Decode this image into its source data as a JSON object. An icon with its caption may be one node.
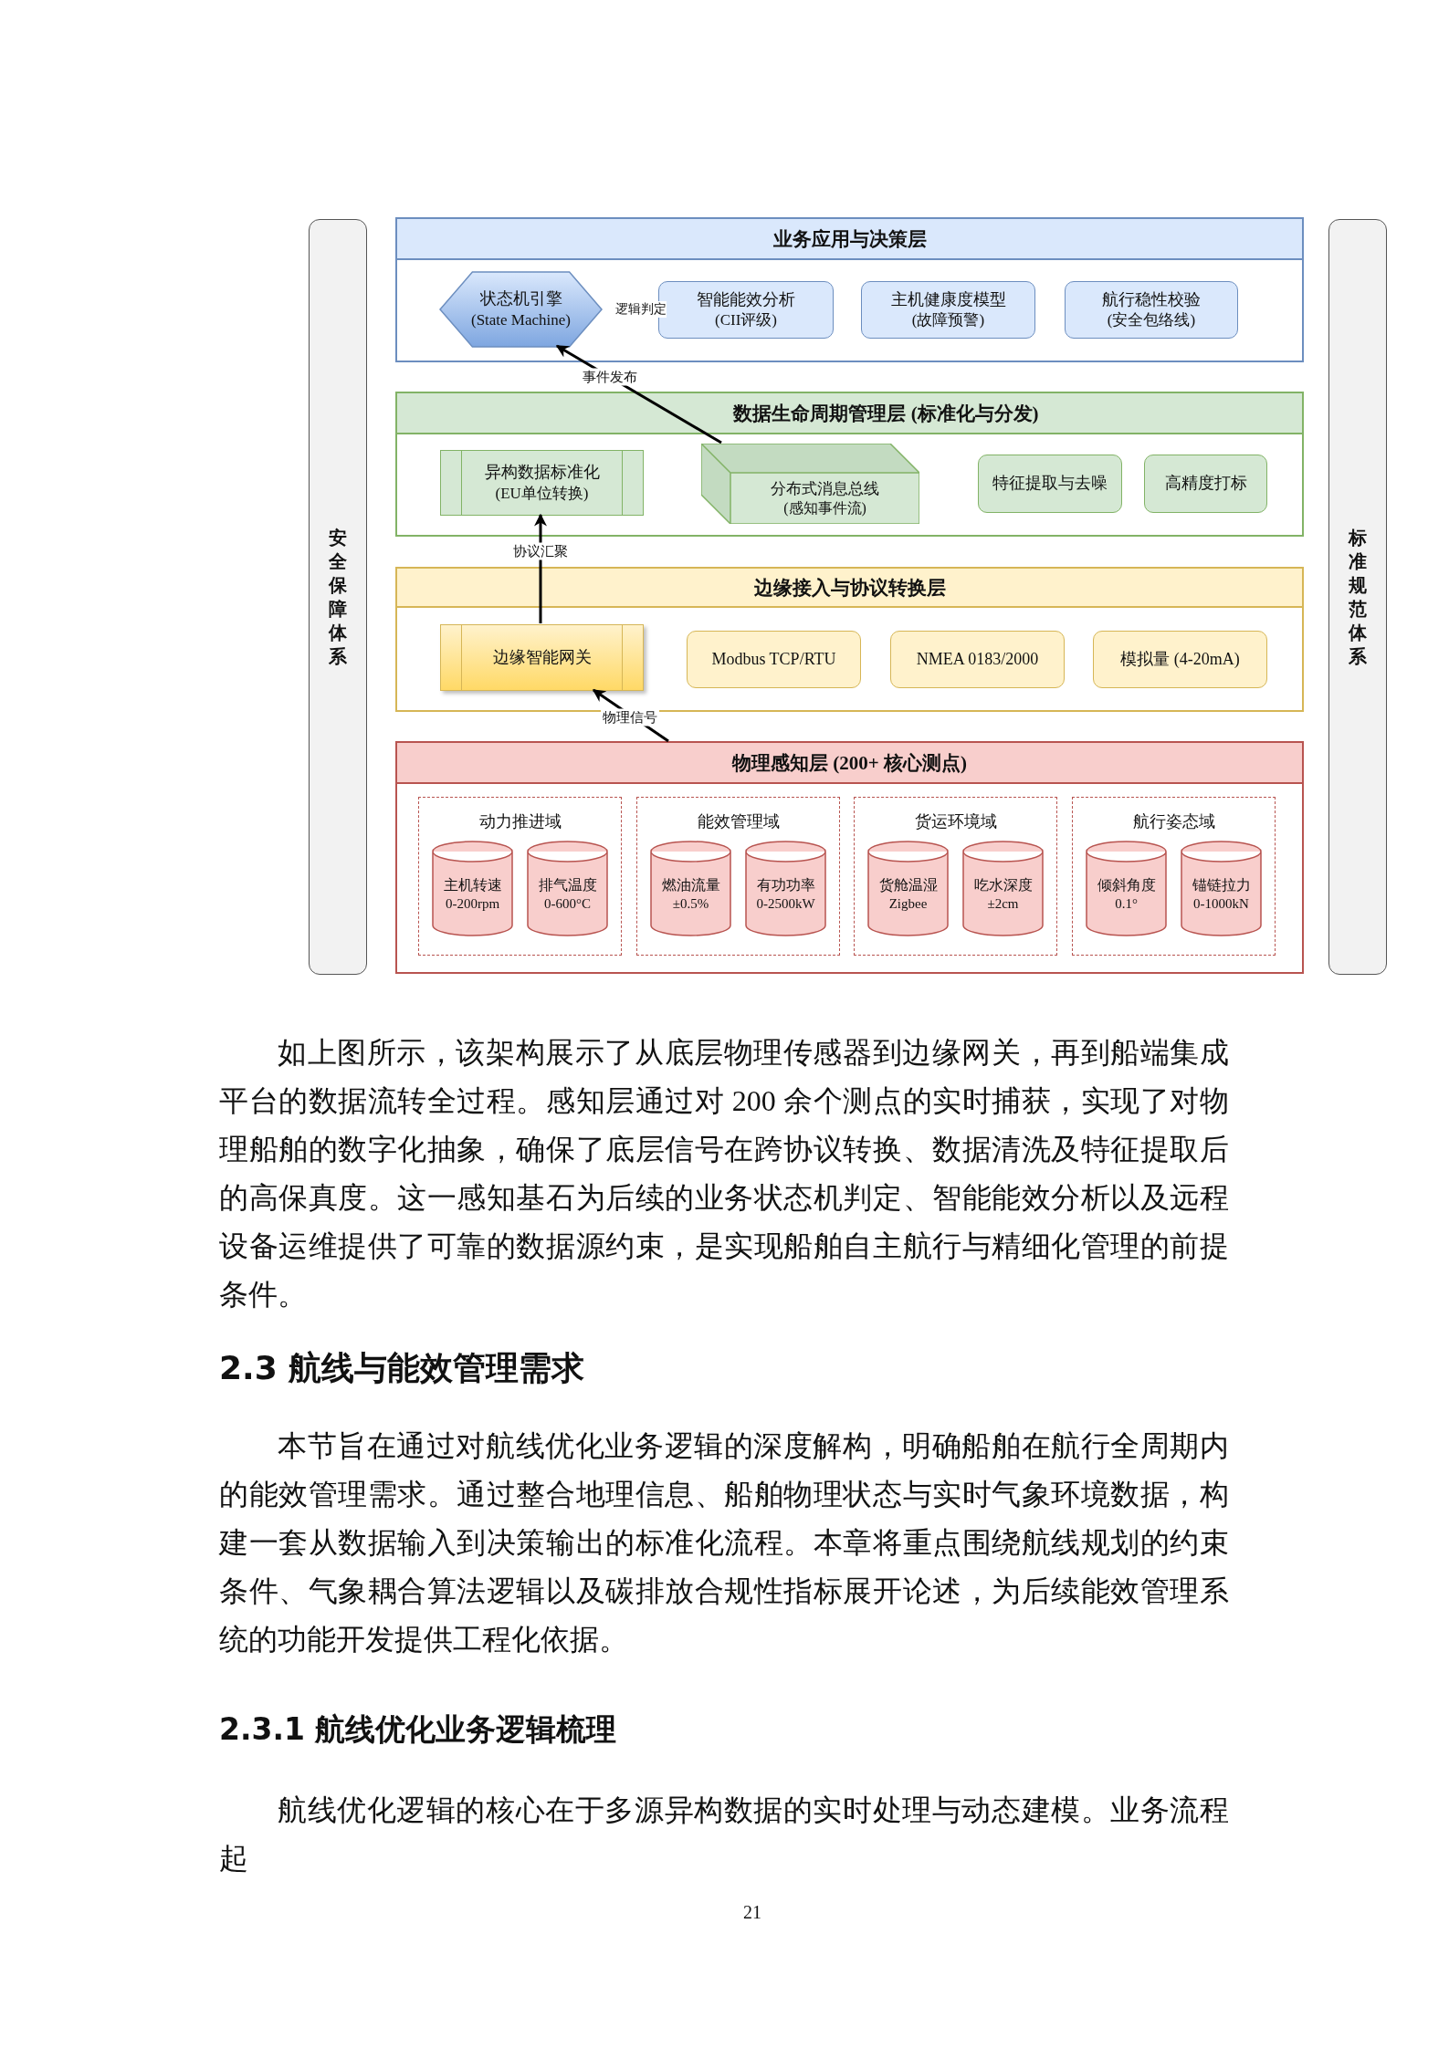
{
  "diagram": {
    "nodes": [
      {
        "text": [
          "业务应用与决策层"
        ]
      },
      {
        "text": [
          "状态机引擎",
          "(State Machine)"
        ],
        "in": 0
      },
      {
        "text": [
          "智能能效分析",
          "(CII评级)"
        ],
        "in": 0
      },
      {
        "text": [
          "主机健康度模型",
          "(故障预警)"
        ],
        "in": 0
      },
      {
        "text": [
          "航行稳性校验",
          "(安全包络线)"
        ],
        "in": 0
      },
      {
        "text": [
          "数据生命周期管理层 (标准化与分发)"
        ]
      },
      {
        "text": [
          "异构数据标准化",
          "(EU单位转换)"
        ],
        "in": 5
      },
      {
        "text": [
          "分布式消息总线",
          "(感知事件流)"
        ],
        "in": 5
      },
      {
        "text": [
          "特征提取与去噪"
        ],
        "in": 5
      },
      {
        "text": [
          "高精度打标"
        ],
        "in": 5
      },
      {
        "text": [
          "边缘接入与协议转换层"
        ]
      },
      {
        "text": [
          "边缘智能网关"
        ],
        "in": 10
      },
      {
        "text": [
          "Modbus TCP/RTU"
        ],
        "in": 10
      },
      {
        "text": [
          "NMEA 0183/2000"
        ],
        "in": 10
      },
      {
        "text": [
          "模拟量 (4-20mA)"
        ],
        "in": 10
      },
      {
        "text": [
          "物理感知层 (200+ 核心测点)"
        ]
      },
      {
        "text": [
          "动力推进域"
        ],
        "in": 15
      },
      {
        "text": [
          "主机转速",
          "0-200rpm"
        ],
        "in": 16
      },
      {
        "text": [
          "排气温度",
          "0-600°C"
        ],
        "in": 16
      },
      {
        "text": [
          "能效管理域"
        ],
        "in": 15
      },
      {
        "text": [
          "燃油流量",
          "±0.5%"
        ],
        "in": 19
      },
      {
        "text": [
          "有功功率",
          "0-2500kW"
        ],
        "in": 19
      },
      {
        "text": [
          "货运环境域"
        ],
        "in": 15
      },
      {
        "text": [
          "货舱温湿",
          "Zigbee"
        ],
        "in": 22
      },
      {
        "text": [
          "吃水深度",
          "±2cm"
        ],
        "in": 22
      },
      {
        "text": [
          "航行姿态域"
        ],
        "in": 15
      },
      {
        "text": [
          "倾斜角度",
          "0.1°"
        ],
        "in": 25
      },
      {
        "text": [
          "锚链拉力",
          "0-1000kN"
        ],
        "in": 25
      },
      {
        "text": [
          "安全保障体系"
        ]
      },
      {
        "text": [
          "标准规范体系"
        ]
      }
    ],
    "edges": [
      {
        "from": 7,
        "to": 1,
        "arrow": "to",
        "label": "事件发布"
      },
      {
        "from": 11,
        "to": 6,
        "arrow": "to",
        "label": "协议汇聚"
      },
      {
        "from": 15,
        "to": 11,
        "arrow": "to",
        "label": "物理信号"
      }
    ],
    "labels": [
      "逻辑判定",
      "如上图所示，该架构展示了从底层物理传感器到边缘网关，再到船端集成平台的数据流转全过程。感知层通过对 200 余个测点的实时捕获，实现了对物理船舶的数字化抽象，确保了底层信号在跨协议转换、数据清洗及特征提取后的高保真度。这一感知基石为后续的业务状态机判定、智能能效分析以及远程设备运维提供了可靠的数据源约束，是实现船舶自主航行与精细化管理的前提条件。",
      "2.3 航线与能效管理需求",
      "本节旨在通过对航线优化业务逻辑的深度解构，明确船舶在航行全周期内的能效管理需求。通过整合地理信息、船舶物理状态与实时气象环境数据，构建一套从数据输入到决策输出的标准化流程。本章将重点围绕航线规划的约束条件、气象耦合算法逻辑以及碳排放合规性指标展开论述，为后续能效管理系统的功能开发提供工程化依据。",
      "2.3.1 航线优化业务逻辑梳理",
      "航线优化逻辑的核心在于多源异构数据的实时处理与动态建模。业务流程起",
      "21"
    ]
  }
}
